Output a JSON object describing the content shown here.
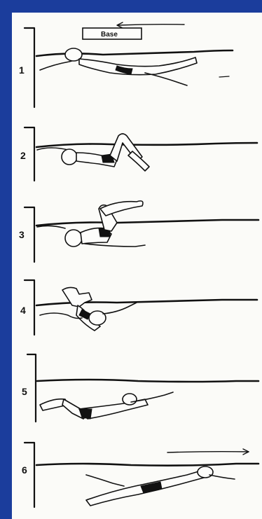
{
  "diagram": {
    "wall_label": "Base",
    "panels": [
      {
        "number": "1"
      },
      {
        "number": "2"
      },
      {
        "number": "3"
      },
      {
        "number": "4"
      },
      {
        "number": "5"
      },
      {
        "number": "6"
      }
    ]
  },
  "colors": {
    "background": "#1b3d9c",
    "paper": "#fbfbf8",
    "ink": "#111111"
  }
}
